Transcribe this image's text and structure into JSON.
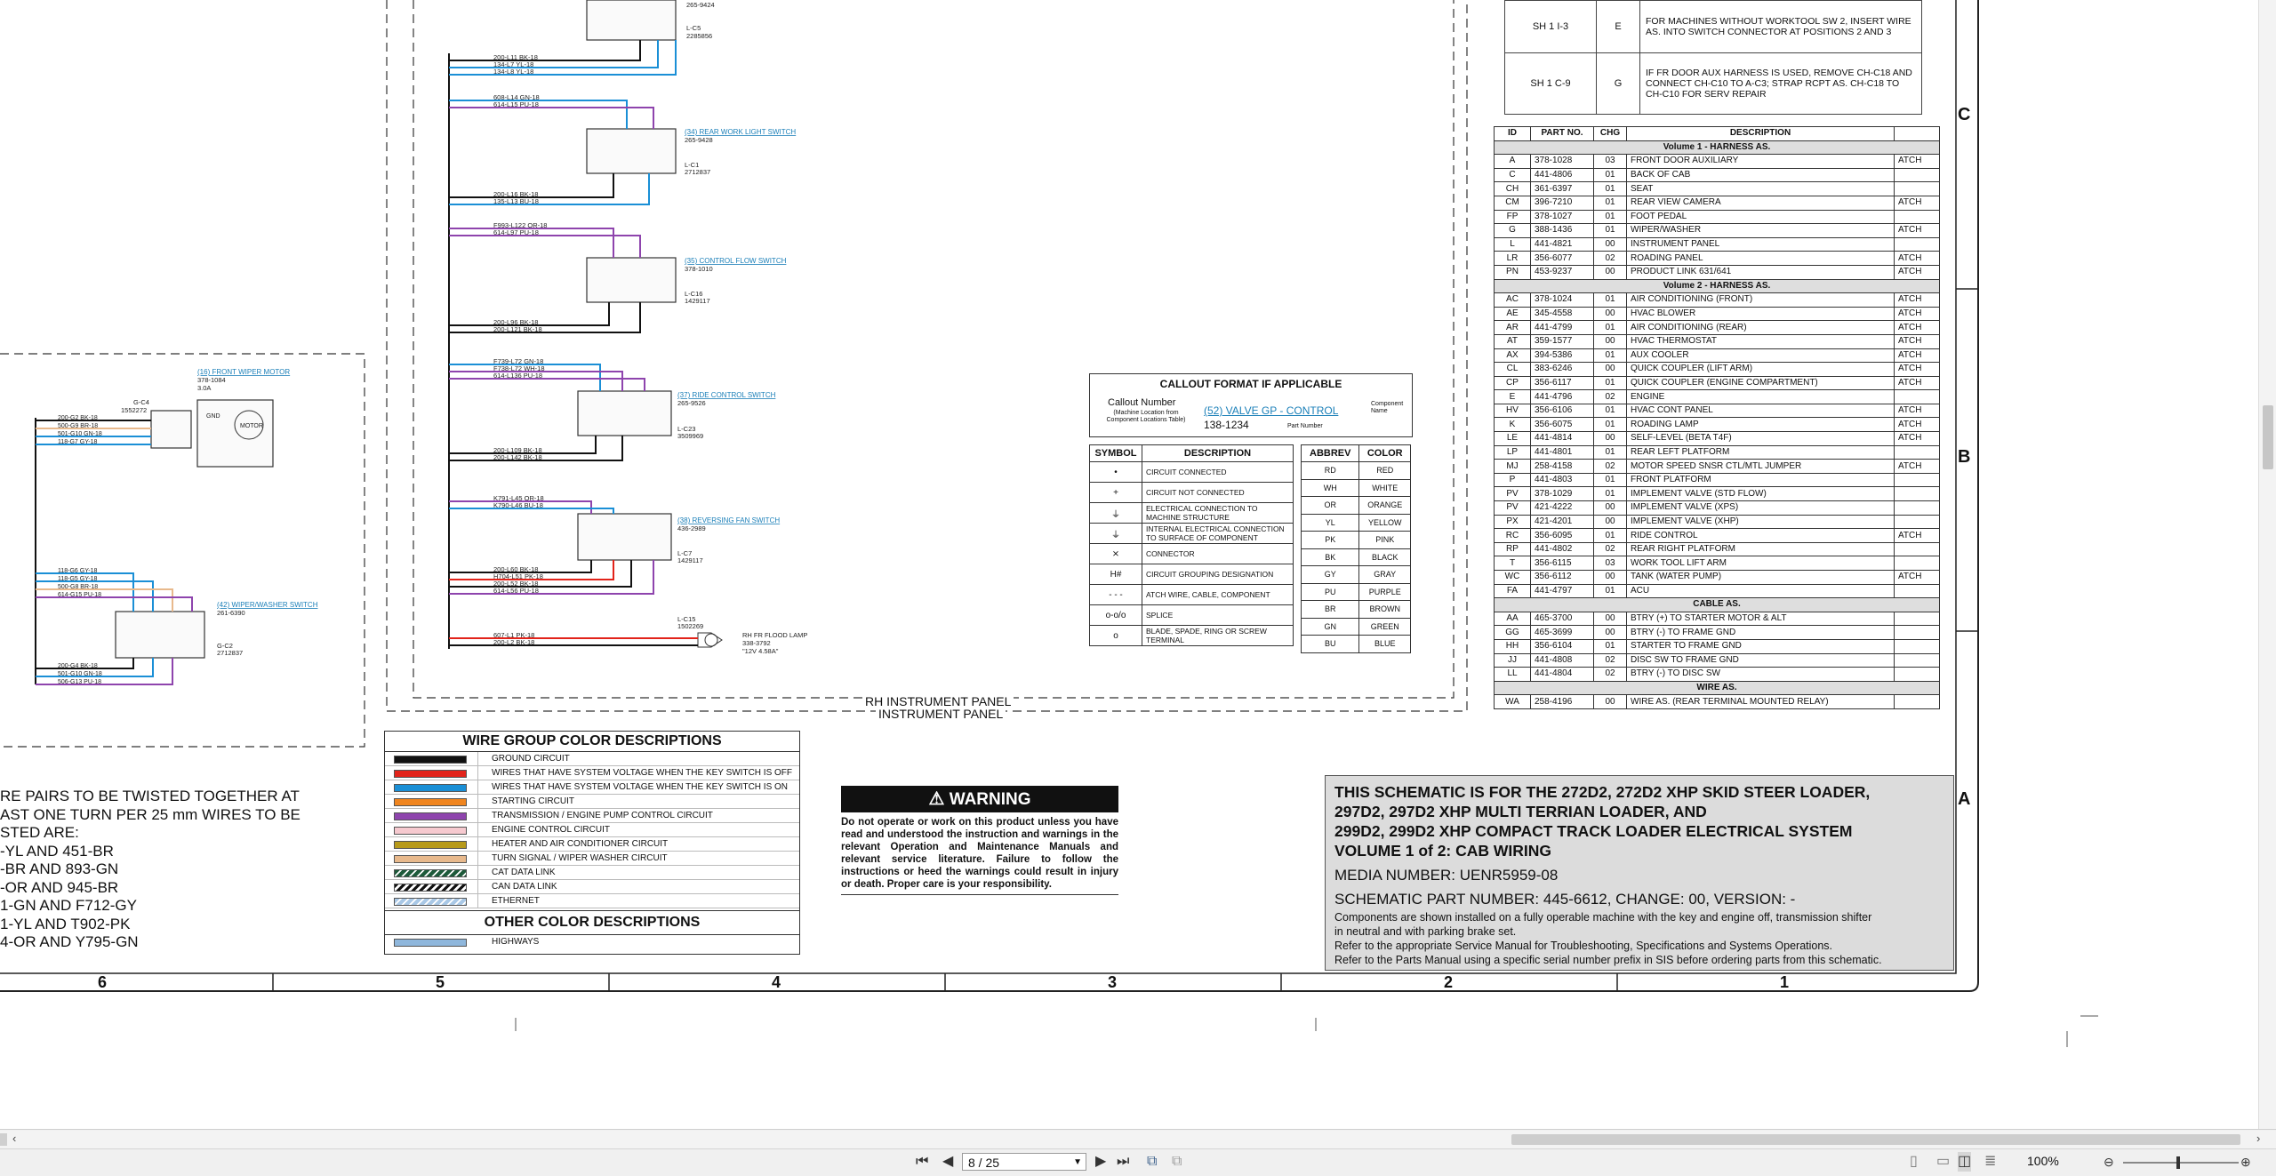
{
  "revision_notes": [
    {
      "loc": "SH 1 I-3",
      "chg": "E",
      "text": "FOR MACHINES WITHOUT WORKTOOL SW 2, INSERT WIRE AS. INTO SWITCH CONNECTOR AT POSITIONS 2 AND 3"
    },
    {
      "loc": "SH 1 C-9",
      "chg": "G",
      "text": "IF FR DOOR AUX HARNESS IS USED, REMOVE CH-C18 AND CONNECT CH-C10 TO A-C3; STRAP RCPT AS. CH-C18 TO CH-C10 FOR SERV REPAIR"
    }
  ],
  "parts_table": {
    "headers": [
      "ID",
      "PART NO.",
      "CHG",
      "DESCRIPTION",
      ""
    ],
    "rows": [
      {
        "section": "Volume 1 - HARNESS AS."
      },
      {
        "id": "A",
        "part": "378-1028",
        "chg": "03",
        "desc": "FRONT DOOR AUXILIARY",
        "flag": "ATCH"
      },
      {
        "id": "C",
        "part": "441-4806",
        "chg": "01",
        "desc": "BACK OF CAB",
        "flag": ""
      },
      {
        "id": "CH",
        "part": "361-6397",
        "chg": "01",
        "desc": "SEAT",
        "flag": ""
      },
      {
        "id": "CM",
        "part": "396-7210",
        "chg": "01",
        "desc": "REAR VIEW CAMERA",
        "flag": "ATCH"
      },
      {
        "id": "FP",
        "part": "378-1027",
        "chg": "01",
        "desc": "FOOT PEDAL",
        "flag": ""
      },
      {
        "id": "G",
        "part": "388-1436",
        "chg": "01",
        "desc": "WIPER/WASHER",
        "flag": "ATCH"
      },
      {
        "id": "L",
        "part": "441-4821",
        "chg": "00",
        "desc": "INSTRUMENT PANEL",
        "flag": ""
      },
      {
        "id": "LR",
        "part": "356-6077",
        "chg": "02",
        "desc": "ROADING PANEL",
        "flag": "ATCH"
      },
      {
        "id": "PN",
        "part": "453-9237",
        "chg": "00",
        "desc": "PRODUCT LINK 631/641",
        "flag": "ATCH"
      },
      {
        "section": "Volume 2 - HARNESS AS."
      },
      {
        "id": "AC",
        "part": "378-1024",
        "chg": "01",
        "desc": "AIR CONDITIONING (FRONT)",
        "flag": "ATCH"
      },
      {
        "id": "AE",
        "part": "345-4558",
        "chg": "00",
        "desc": "HVAC BLOWER",
        "flag": "ATCH"
      },
      {
        "id": "AR",
        "part": "441-4799",
        "chg": "01",
        "desc": "AIR CONDITIONING (REAR)",
        "flag": "ATCH"
      },
      {
        "id": "AT",
        "part": "359-1577",
        "chg": "00",
        "desc": "HVAC THERMOSTAT",
        "flag": "ATCH"
      },
      {
        "id": "AX",
        "part": "394-5386",
        "chg": "01",
        "desc": "AUX COOLER",
        "flag": "ATCH"
      },
      {
        "id": "CL",
        "part": "383-6246",
        "chg": "00",
        "desc": "QUICK COUPLER (LIFT ARM)",
        "flag": "ATCH"
      },
      {
        "id": "CP",
        "part": "356-6117",
        "chg": "01",
        "desc": "QUICK COUPLER (ENGINE COMPARTMENT)",
        "flag": "ATCH"
      },
      {
        "id": "E",
        "part": "441-4796",
        "chg": "02",
        "desc": "ENGINE",
        "flag": ""
      },
      {
        "id": "HV",
        "part": "356-6106",
        "chg": "01",
        "desc": "HVAC CONT PANEL",
        "flag": "ATCH"
      },
      {
        "id": "K",
        "part": "356-6075",
        "chg": "01",
        "desc": "ROADING LAMP",
        "flag": "ATCH"
      },
      {
        "id": "LE",
        "part": "441-4814",
        "chg": "00",
        "desc": "SELF-LEVEL (BETA T4F)",
        "flag": "ATCH"
      },
      {
        "id": "LP",
        "part": "441-4801",
        "chg": "01",
        "desc": "REAR LEFT PLATFORM",
        "flag": ""
      },
      {
        "id": "MJ",
        "part": "258-4158",
        "chg": "02",
        "desc": "MOTOR SPEED SNSR CTL/MTL JUMPER",
        "flag": "ATCH"
      },
      {
        "id": "P",
        "part": "441-4803",
        "chg": "01",
        "desc": "FRONT PLATFORM",
        "flag": ""
      },
      {
        "id": "PV",
        "part": "378-1029",
        "chg": "01",
        "desc": "IMPLEMENT VALVE (STD FLOW)",
        "flag": ""
      },
      {
        "id": "PV",
        "part": "421-4222",
        "chg": "00",
        "desc": "IMPLEMENT VALVE (XPS)",
        "flag": ""
      },
      {
        "id": "PX",
        "part": "421-4201",
        "chg": "00",
        "desc": "IMPLEMENT VALVE (XHP)",
        "flag": ""
      },
      {
        "id": "RC",
        "part": "356-6095",
        "chg": "01",
        "desc": "RIDE CONTROL",
        "flag": "ATCH"
      },
      {
        "id": "RP",
        "part": "441-4802",
        "chg": "02",
        "desc": "REAR RIGHT PLATFORM",
        "flag": ""
      },
      {
        "id": "T",
        "part": "356-6115",
        "chg": "03",
        "desc": "WORK TOOL LIFT ARM",
        "flag": ""
      },
      {
        "id": "WC",
        "part": "356-6112",
        "chg": "00",
        "desc": "TANK (WATER PUMP)",
        "flag": "ATCH"
      },
      {
        "id": "FA",
        "part": "441-4797",
        "chg": "01",
        "desc": "ACU",
        "flag": ""
      },
      {
        "section": "CABLE AS."
      },
      {
        "id": "AA",
        "part": "465-3700",
        "chg": "00",
        "desc": "BTRY (+) TO STARTER MOTOR & ALT",
        "flag": ""
      },
      {
        "id": "GG",
        "part": "465-3699",
        "chg": "00",
        "desc": "BTRY (-) TO FRAME GND",
        "flag": ""
      },
      {
        "id": "HH",
        "part": "356-6104",
        "chg": "01",
        "desc": "STARTER TO FRAME GND",
        "flag": ""
      },
      {
        "id": "JJ",
        "part": "441-4808",
        "chg": "02",
        "desc": "DISC SW TO FRAME GND",
        "flag": ""
      },
      {
        "id": "LL",
        "part": "441-4804",
        "chg": "02",
        "desc": "BTRY (-) TO DISC SW",
        "flag": ""
      },
      {
        "section": "WIRE AS."
      },
      {
        "id": "WA",
        "part": "258-4196",
        "chg": "00",
        "desc": "WIRE AS. (REAR TERMINAL MOUNTED RELAY)",
        "flag": ""
      }
    ]
  },
  "callout": {
    "title": "CALLOUT FORMAT IF APPLICABLE",
    "callout_number": "Callout Number",
    "callout_sub": "(Machine Location from Component Locations Table)",
    "sample": "(52) VALVE GP - CONTROL",
    "part": "138-1234",
    "component_name": "Component Name",
    "part_number": "Part Number"
  },
  "symbols": {
    "headers": [
      "SYMBOL",
      "DESCRIPTION"
    ],
    "rows": [
      {
        "sym": "•",
        "desc": "CIRCUIT CONNECTED"
      },
      {
        "sym": "+",
        "desc": "CIRCUIT NOT CONNECTED"
      },
      {
        "sym": "⏚",
        "desc": "ELECTRICAL CONNECTION TO MACHINE STRUCTURE"
      },
      {
        "sym": "⏚",
        "desc": "INTERNAL ELECTRICAL CONNECTION TO SURFACE OF COMPONENT"
      },
      {
        "sym": "⨯",
        "desc": "CONNECTOR"
      },
      {
        "sym": "H#",
        "desc": "CIRCUIT GROUPING DESIGNATION"
      },
      {
        "sym": "- - -",
        "desc": "ATCH WIRE, CABLE, COMPONENT"
      },
      {
        "sym": "o-o/o",
        "desc": "SPLICE"
      },
      {
        "sym": "o",
        "desc": "BLADE, SPADE, RING OR SCREW TERMINAL"
      }
    ]
  },
  "abbrev": {
    "headers": [
      "ABBREV",
      "COLOR"
    ],
    "rows": [
      [
        "RD",
        "RED"
      ],
      [
        "WH",
        "WHITE"
      ],
      [
        "OR",
        "ORANGE"
      ],
      [
        "YL",
        "YELLOW"
      ],
      [
        "PK",
        "PINK"
      ],
      [
        "BK",
        "BLACK"
      ],
      [
        "GY",
        "GRAY"
      ],
      [
        "PU",
        "PURPLE"
      ],
      [
        "BR",
        "BROWN"
      ],
      [
        "GN",
        "GREEN"
      ],
      [
        "BU",
        "BLUE"
      ]
    ]
  },
  "wire_group": {
    "title": "WIRE GROUP COLOR DESCRIPTIONS",
    "rows": [
      {
        "color": "#111111",
        "pattern": "solid",
        "label": "GROUND CIRCUIT"
      },
      {
        "color": "#e2231a",
        "pattern": "solid",
        "label": "WIRES THAT HAVE SYSTEM VOLTAGE WHEN THE KEY SWITCH IS OFF"
      },
      {
        "color": "#1a8fd6",
        "pattern": "solid",
        "label": "WIRES THAT HAVE SYSTEM VOLTAGE WHEN THE KEY SWITCH IS ON"
      },
      {
        "color": "#f0851f",
        "pattern": "solid",
        "label": "STARTING CIRCUIT"
      },
      {
        "color": "#8e44ad",
        "pattern": "solid",
        "label": "TRANSMISSION / ENGINE PUMP CONTROL CIRCUIT"
      },
      {
        "color": "#f6c9cf",
        "pattern": "solid",
        "label": "ENGINE CONTROL CIRCUIT"
      },
      {
        "color": "#b79a1a",
        "pattern": "solid",
        "label": "HEATER AND AIR CONDITIONER CIRCUIT"
      },
      {
        "color": "#e8b98c",
        "pattern": "solid",
        "label": "TURN SIGNAL / WIPER WASHER CIRCUIT"
      },
      {
        "color": "#1d5a3a",
        "pattern": "hatch",
        "label": "CAT DATA LINK"
      },
      {
        "color": "#ffffff",
        "pattern": "hatch-dark",
        "label": "CAN DATA LINK"
      },
      {
        "color": "#a9c8e6",
        "pattern": "hatch-light",
        "label": "ETHERNET"
      }
    ],
    "other_title": "OTHER COLOR DESCRIPTIONS",
    "other_rows": [
      {
        "color": "#8fb7dc",
        "label": "HIGHWAYS"
      }
    ]
  },
  "warning": {
    "title": "WARNING",
    "text": "Do not operate or work on this product unless you have read and understood the instruction and warnings in the relevant Operation and Maintenance Manuals and relevant service literature. Failure to follow the instructions or heed the warnings could result in injury or death. Proper care is your responsibility."
  },
  "twisted_pairs": {
    "lines": [
      "RE PAIRS TO BE TWISTED TOGETHER AT",
      "AST ONE TURN PER 25 mm WIRES TO BE",
      "STED ARE:",
      "-YL AND 451-BR",
      "-BR AND 893-GN",
      "-OR AND 945-BR",
      "1-GN AND F712-GY",
      "1-YL AND T902-PK",
      "4-OR AND Y795-GN"
    ]
  },
  "title_block": {
    "lines": [
      "THIS SCHEMATIC IS FOR THE 272D2, 272D2 XHP SKID STEER LOADER,",
      "297D2, 297D2 XHP MULTI TERRIAN LOADER, AND",
      "299D2, 299D2 XHP COMPACT TRACK LOADER ELECTRICAL SYSTEM",
      "VOLUME 1 of 2: CAB WIRING"
    ],
    "media": "MEDIA NUMBER: UENR5959-08",
    "part": "SCHEMATIC PART NUMBER: 445-6612, CHANGE: 00, VERSION: -",
    "notes": [
      "Components are shown installed on a fully operable machine with the key and engine off, transmission shifter",
      "in neutral and with parking brake set.",
      "Refer to the appropriate Service Manual for Troubleshooting, Specifications and Systems Operations.",
      "Refer to the Parts Manual using a specific serial number prefix in SIS before ordering parts from this schematic."
    ]
  },
  "zones": {
    "columns": [
      "6",
      "5",
      "4",
      "3",
      "2",
      "1"
    ],
    "rows": [
      "C",
      "B",
      "A"
    ]
  },
  "panel_labels": {
    "rh": "RH INSTRUMENT PANEL",
    "ip": "INSTRUMENT PANEL"
  },
  "components": {
    "c5_part": "265-9424",
    "c5_id": "L-C5",
    "c5_pn": "2285856",
    "rear_work_light": "(34) REAR WORK LIGHT SWITCH",
    "rear_work_light_pn": "265-9428",
    "rear_work_light_id": "L-C1",
    "rear_work_light_id_pn": "2712837",
    "control_flow": "(35) CONTROL FLOW SWITCH",
    "control_flow_pn": "378-1010",
    "control_flow_id": "L-C16",
    "control_flow_id_pn": "1429117",
    "ride_control": "(37) RIDE CONTROL SWITCH",
    "ride_control_pn": "265-9526",
    "ride_control_id": "L-C23",
    "ride_control_id_pn": "3509969",
    "reversing_fan": "(38) REVERSING FAN SWITCH",
    "reversing_fan_pn": "436-2989",
    "reversing_fan_id": "L-C7",
    "reversing_fan_id_pn": "1429117",
    "flood_lamp_id": "L-C15",
    "flood_lamp_id_pn": "1502269",
    "flood_lamp": "RH FR FLOOD LAMP",
    "flood_lamp_pn": "338-3792",
    "flood_lamp_rating": "\"12V 4.58A\"",
    "wiper_motor": "(16) FRONT WIPER MOTOR",
    "wiper_motor_pn": "378-1084",
    "wiper_motor_rating": "3.0A",
    "wiper_motor_conn": "G-C4",
    "wiper_motor_conn_pn": "1552272",
    "wiper_washer": "(42) WIPER/WASHER SWITCH",
    "wiper_washer_pn": "261-6390",
    "wiper_washer_conn": "G-C2",
    "wiper_washer_conn_pn": "2712837",
    "motor": "MOTOR",
    "gnd": "GND"
  },
  "wire_labels": {
    "grp1": [
      "200-L11 BK-18",
      "134-L7 YL-18",
      "134-L8 YL-18"
    ],
    "grp2": [
      "608-L14 GN-18",
      "614-L15 PU-18"
    ],
    "grp3": [
      "200-L16 BK-18",
      "135-L13 BU-18"
    ],
    "grp4": [
      "F993-L122 OR-18",
      "614-L97 PU-18"
    ],
    "grp5": [
      "200-L96 BK-18",
      "200-L121 BK-18"
    ],
    "grp6": [
      "F739-L72 GN-18",
      "F738-L72 WH-18",
      "614-L136 PU-18"
    ],
    "grp7": [
      "200-L109 BK-18",
      "200-L142 BK-18"
    ],
    "grp8": [
      "K791-L45 OR-18",
      "K790-L46 BU-18"
    ],
    "grp9": [
      "200-L60 BK-18",
      "H704-L51 PK-18",
      "200-L52 BK-18",
      "614-L56 PU-18"
    ],
    "grp10": [
      "607-L1 PK-18",
      "200-L2 BK-18"
    ],
    "wm": [
      "200-G2 BK-18",
      "500-G9 BR-18",
      "501-G10 GN-18",
      "118-G7 GY-18"
    ],
    "ww1": [
      "118-G6 GY-18",
      "118-G5 GY-18",
      "500-G8 BR-18",
      "614-G15 PU-18"
    ],
    "ww2": [
      "200-G4 BK-18",
      "501-G10 GN-18",
      "506-G13 PU-18"
    ]
  },
  "viewer": {
    "page_value": "8 / 25",
    "zoom": "100%"
  }
}
